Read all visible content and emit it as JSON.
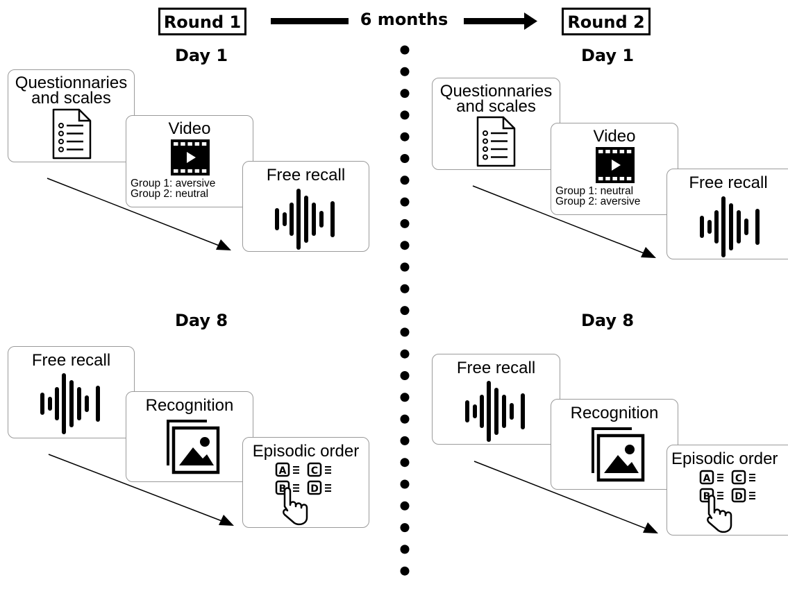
{
  "header": {
    "round1": "Round 1",
    "interval": "6 months",
    "round2": "Round 2"
  },
  "round1": {
    "day1": {
      "label": "Day 1",
      "questionnaire": {
        "line1": "Questionnaries",
        "line2": "and scales"
      },
      "video": {
        "title": "Video",
        "group1": "Group 1: aversive",
        "group2": "Group 2: neutral"
      },
      "free_recall": "Free recall"
    },
    "day8": {
      "label": "Day 8",
      "free_recall": "Free recall",
      "recognition": "Recognition",
      "episodic_order": "Episodic order"
    }
  },
  "round2": {
    "day1": {
      "label": "Day 1",
      "questionnaire": {
        "line1": "Questionnaries",
        "line2": "and scales"
      },
      "video": {
        "title": "Video",
        "group1": "Group 1: neutral",
        "group2": "Group 2: aversive"
      },
      "free_recall": "Free recall"
    },
    "day8": {
      "label": "Day 8",
      "free_recall": "Free recall",
      "recognition": "Recognition",
      "episodic_order": "Episodic order"
    }
  },
  "icons": {
    "questionnaire": "document-list-icon",
    "video": "film-play-icon",
    "free_recall": "audio-waveform-icon",
    "recognition": "image-stack-icon",
    "episodic_order": "abcd-touch-icon"
  },
  "choice_letters": [
    "A",
    "C",
    "B",
    "D"
  ]
}
